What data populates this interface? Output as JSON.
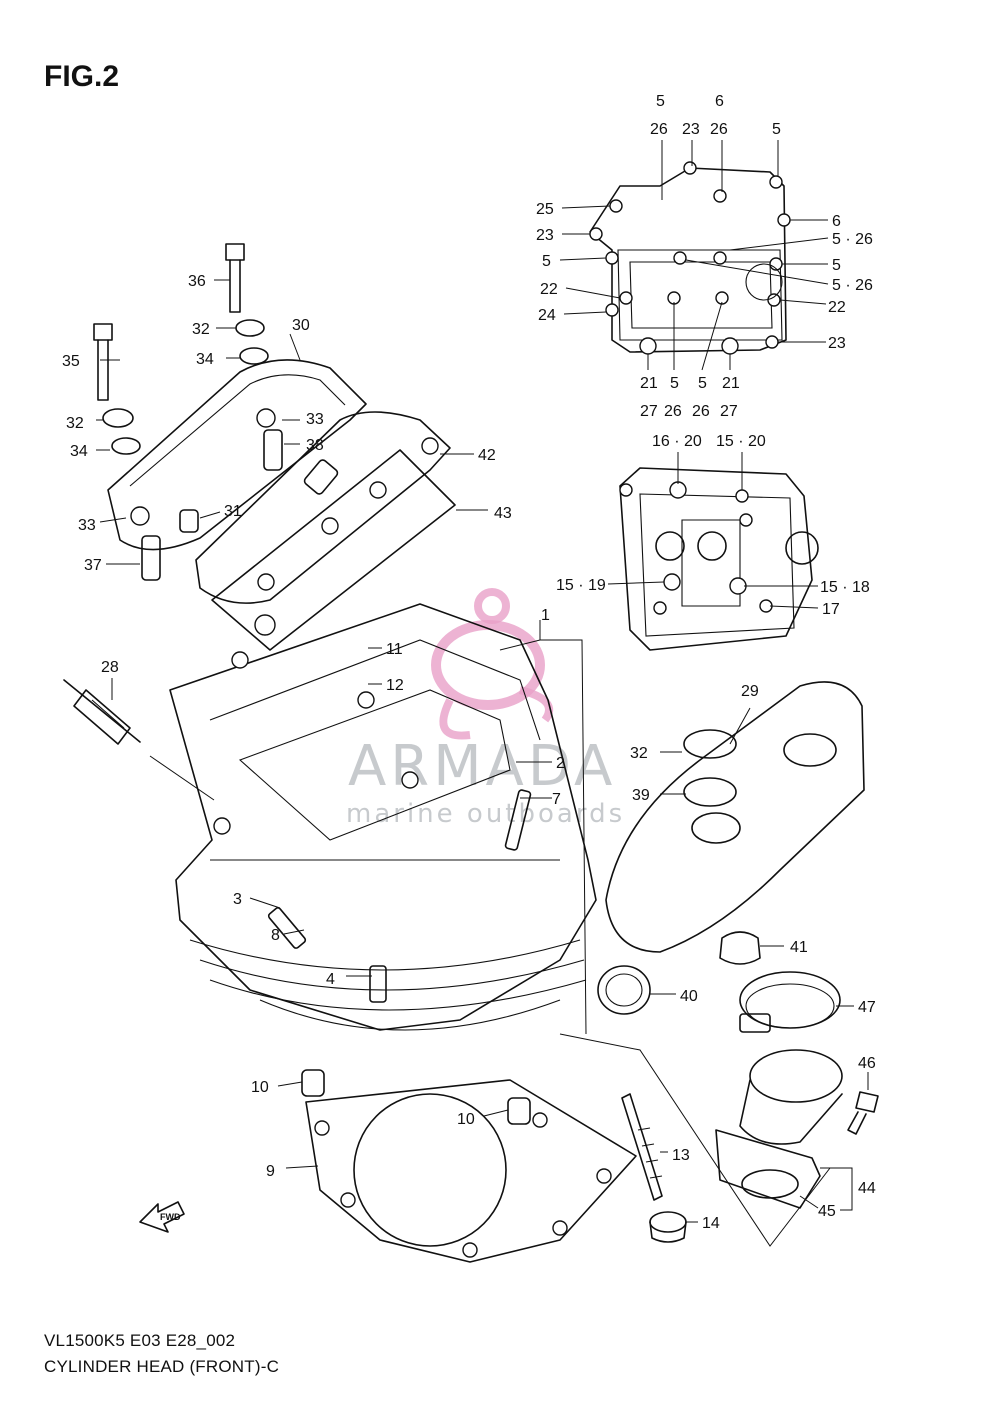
{
  "figure": {
    "title": "FIG.2",
    "diagram_code": "VL1500K5 E03 E28_002",
    "caption": "CYLINDER HEAD (FRONT)-C"
  },
  "watermark": {
    "brand": "ARMADA",
    "tagline": "marine outboards",
    "accent_color": "#e8a0c8"
  },
  "fwd_arrow_label": "FWD",
  "callouts": [
    {
      "id": "c1",
      "text": "1"
    },
    {
      "id": "c2",
      "text": "2"
    },
    {
      "id": "c3",
      "text": "3"
    },
    {
      "id": "c4",
      "text": "4"
    },
    {
      "id": "c7",
      "text": "7"
    },
    {
      "id": "c8",
      "text": "8"
    },
    {
      "id": "c9",
      "text": "9"
    },
    {
      "id": "c10a",
      "text": "10"
    },
    {
      "id": "c10b",
      "text": "10"
    },
    {
      "id": "c11",
      "text": "11"
    },
    {
      "id": "c12",
      "text": "12"
    },
    {
      "id": "c13",
      "text": "13"
    },
    {
      "id": "c14",
      "text": "14"
    },
    {
      "id": "c28",
      "text": "28"
    },
    {
      "id": "c29",
      "text": "29"
    },
    {
      "id": "c30",
      "text": "30"
    },
    {
      "id": "c31",
      "text": "31"
    },
    {
      "id": "c32a",
      "text": "32"
    },
    {
      "id": "c32b",
      "text": "32"
    },
    {
      "id": "c32c",
      "text": "32"
    },
    {
      "id": "c33a",
      "text": "33"
    },
    {
      "id": "c33b",
      "text": "33"
    },
    {
      "id": "c34a",
      "text": "34"
    },
    {
      "id": "c34b",
      "text": "34"
    },
    {
      "id": "c35",
      "text": "35"
    },
    {
      "id": "c36",
      "text": "36"
    },
    {
      "id": "c37",
      "text": "37"
    },
    {
      "id": "c38",
      "text": "38"
    },
    {
      "id": "c39",
      "text": "39"
    },
    {
      "id": "c40",
      "text": "40"
    },
    {
      "id": "c41",
      "text": "41"
    },
    {
      "id": "c42",
      "text": "42"
    },
    {
      "id": "c43",
      "text": "43"
    },
    {
      "id": "c44",
      "text": "44"
    },
    {
      "id": "c45",
      "text": "45"
    },
    {
      "id": "c46",
      "text": "46"
    },
    {
      "id": "c47",
      "text": "47"
    },
    {
      "id": "t5a",
      "text": "5"
    },
    {
      "id": "t26a",
      "text": "26"
    },
    {
      "id": "t23a",
      "text": "23"
    },
    {
      "id": "t6a",
      "text": "6"
    },
    {
      "id": "t26b",
      "text": "26"
    },
    {
      "id": "t5b",
      "text": "5"
    },
    {
      "id": "t25",
      "text": "25"
    },
    {
      "id": "t23b",
      "text": "23"
    },
    {
      "id": "t6b",
      "text": "6"
    },
    {
      "id": "t526a",
      "text": "5 · 26"
    },
    {
      "id": "t5c",
      "text": "5"
    },
    {
      "id": "t5d",
      "text": "5"
    },
    {
      "id": "t526b",
      "text": "5 · 26"
    },
    {
      "id": "t22a",
      "text": "22"
    },
    {
      "id": "t22b",
      "text": "22"
    },
    {
      "id": "t24",
      "text": "24"
    },
    {
      "id": "t23c",
      "text": "23"
    },
    {
      "id": "t21a",
      "text": "21"
    },
    {
      "id": "t5e",
      "text": "5"
    },
    {
      "id": "t5f",
      "text": "5"
    },
    {
      "id": "t21b",
      "text": "21"
    },
    {
      "id": "t27a",
      "text": "27"
    },
    {
      "id": "t26c",
      "text": "26"
    },
    {
      "id": "t26d",
      "text": "26"
    },
    {
      "id": "t27b",
      "text": "27"
    },
    {
      "id": "t1620",
      "text": "16 · 20"
    },
    {
      "id": "t1520",
      "text": "15 · 20"
    },
    {
      "id": "t1519",
      "text": "15 · 19"
    },
    {
      "id": "t1518",
      "text": "15 · 18"
    },
    {
      "id": "t17",
      "text": "17"
    }
  ]
}
